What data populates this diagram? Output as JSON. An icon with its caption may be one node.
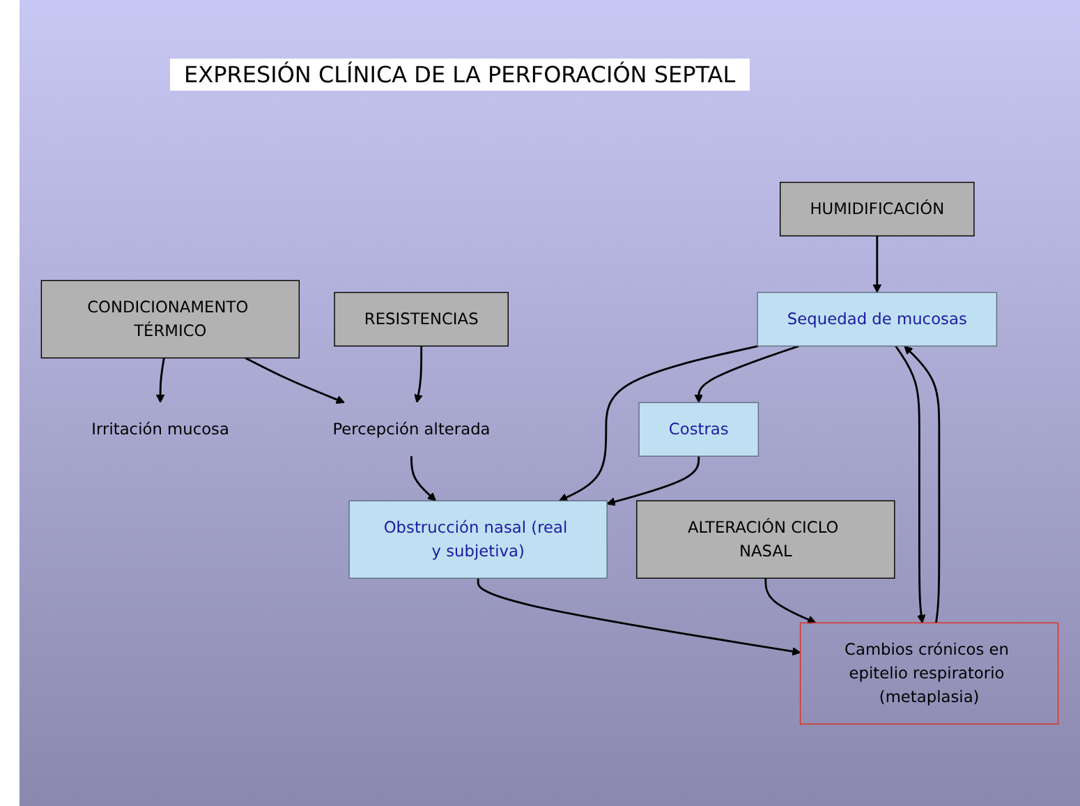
{
  "diagram": {
    "title": "EXPRESIÓN CLÍNICA DE LA PERFORACIÓN SEPTAL",
    "nodes": [
      {
        "text": [
          "HUMIDIFICACIÓN"
        ]
      },
      {
        "text": [
          "CONDICIONAMENTO TÉRMICO"
        ]
      },
      {
        "text": [
          "RESISTENCIAS"
        ]
      },
      {
        "text": [
          "Irritación mucosa"
        ]
      },
      {
        "text": [
          "Sequedad de mucosas"
        ]
      },
      {
        "text": [
          "Obstrucción nasal (real y subjetiva)"
        ]
      },
      {
        "text": [
          "Percepción alterada"
        ]
      },
      {
        "text": [
          "Costras"
        ]
      },
      {
        "text": [
          "ALTERACIÓN CICLO NASAL"
        ]
      },
      {
        "text": [
          "Cambios crónicos en epitelio respiratorio (metaplasia)"
        ]
      }
    ],
    "edges": [
      {
        "from": 0,
        "to": 4,
        "arrow": "to"
      },
      {
        "from": 1,
        "to": 3,
        "arrow": "to"
      },
      {
        "from": 1,
        "to": 6,
        "arrow": "to"
      },
      {
        "from": 2,
        "to": 6,
        "arrow": "to"
      },
      {
        "from": 4,
        "to": 5,
        "arrow": "to"
      },
      {
        "from": 4,
        "to": 7,
        "arrow": "to"
      },
      {
        "from": 4,
        "to": 9,
        "arrow": "to"
      },
      {
        "from": 6,
        "to": 5,
        "arrow": "to"
      },
      {
        "from": 7,
        "to": 5,
        "arrow": "to"
      },
      {
        "from": 5,
        "to": 9,
        "arrow": "to"
      },
      {
        "from": 8,
        "to": 9,
        "arrow": "to"
      },
      {
        "from": 9,
        "to": 4,
        "arrow": "to"
      }
    ]
  }
}
